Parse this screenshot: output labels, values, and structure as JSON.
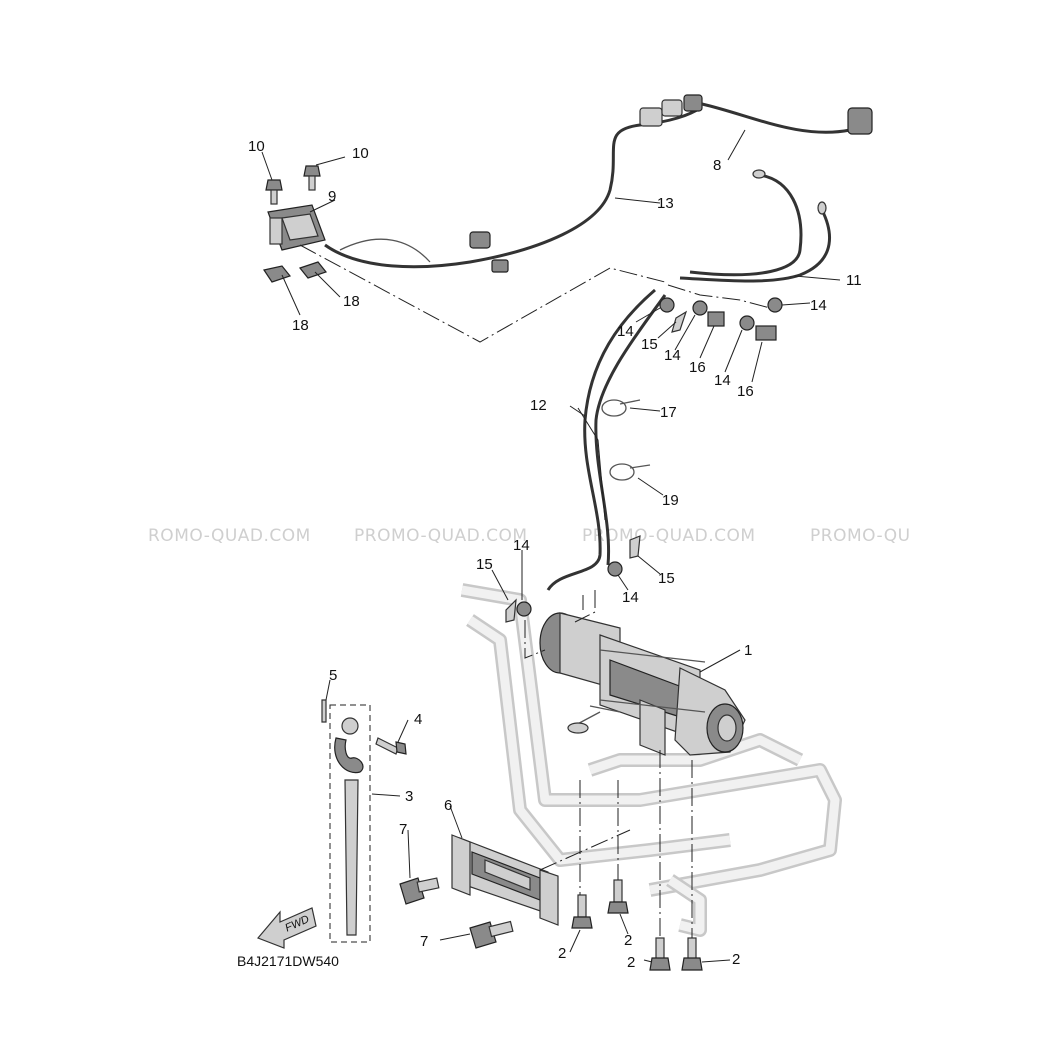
{
  "diagram_code": "B4J2171DW540",
  "watermark": [
    "ROMO-QUAD.COM",
    "PROMO-QUAD.COM",
    "PROMO-QUAD.COM",
    "PROMO-QU"
  ],
  "fwd_label": "FWD",
  "callouts": {
    "p1": "1",
    "p2a": "2",
    "p2b": "2",
    "p2c": "2",
    "p2d": "2",
    "p3": "3",
    "p4": "4",
    "p5": "5",
    "p6": "6",
    "p7a": "7",
    "p7b": "7",
    "p8": "8",
    "p9": "9",
    "p10a": "10",
    "p10b": "10",
    "p11": "11",
    "p12": "12",
    "p13": "13",
    "p14a": "14",
    "p14b": "14",
    "p14c": "14",
    "p14d": "14",
    "p14e": "14",
    "p14f": "14",
    "p15a": "15",
    "p15b": "15",
    "p15c": "15",
    "p16a": "16",
    "p16b": "16",
    "p17": "17",
    "p18a": "18",
    "p18b": "18",
    "p19": "19"
  }
}
